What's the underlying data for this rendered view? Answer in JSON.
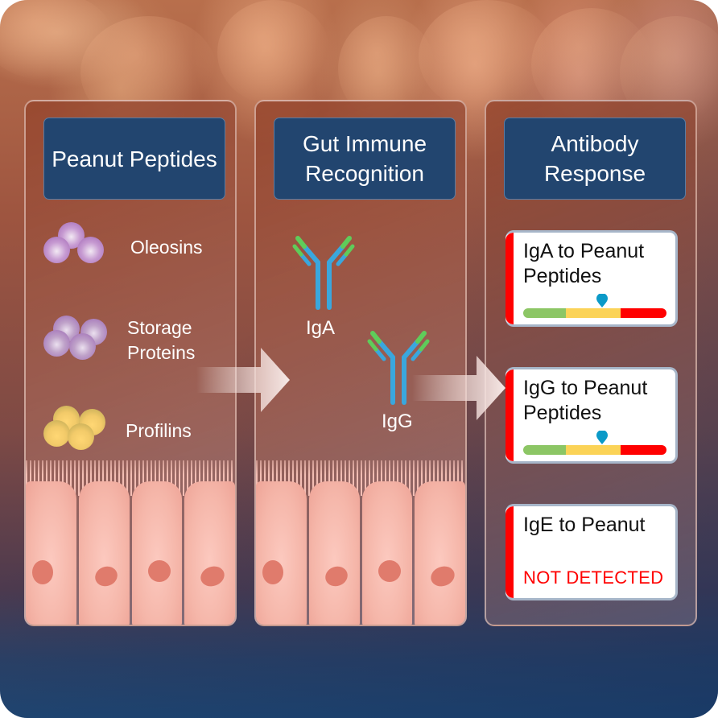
{
  "panels": [
    {
      "title": "Peanut Peptides",
      "items": [
        {
          "label": "Oleosins",
          "color": "purple",
          "icon": "protein-cluster-icon"
        },
        {
          "label": "Storage Proteins",
          "color": "violet",
          "icon": "protein-cluster-icon"
        },
        {
          "label": "Profilins",
          "color": "yellow",
          "icon": "protein-cluster-icon"
        }
      ]
    },
    {
      "title": "Gut Immune Recognition",
      "antibodies": [
        {
          "label": "IgA",
          "icon": "antibody-icon"
        },
        {
          "label": "IgG",
          "icon": "antibody-icon"
        }
      ]
    },
    {
      "title": "Antibody Response",
      "results": [
        {
          "title": "IgA to Peanut Peptides",
          "scale": [
            "low",
            "moderate",
            "high"
          ],
          "marker_position": "moderate"
        },
        {
          "title": "IgG to Peanut Peptides",
          "scale": [
            "low",
            "moderate",
            "high"
          ],
          "marker_position": "moderate"
        },
        {
          "title": "IgE to Peanut",
          "status": "NOT DETECTED"
        }
      ]
    }
  ],
  "colors": {
    "header_bg": "#22456f",
    "scale_green": "#8cc665",
    "scale_yellow": "#fbd357",
    "scale_red": "#ff0000",
    "marker": "#0b9ac8",
    "antibody_heavy": "#3aa7dd",
    "antibody_tips": "#5fcc5a",
    "status_red": "#ff0000",
    "cell_pink": "#f7b8ab",
    "nucleus": "#e07b6c"
  }
}
